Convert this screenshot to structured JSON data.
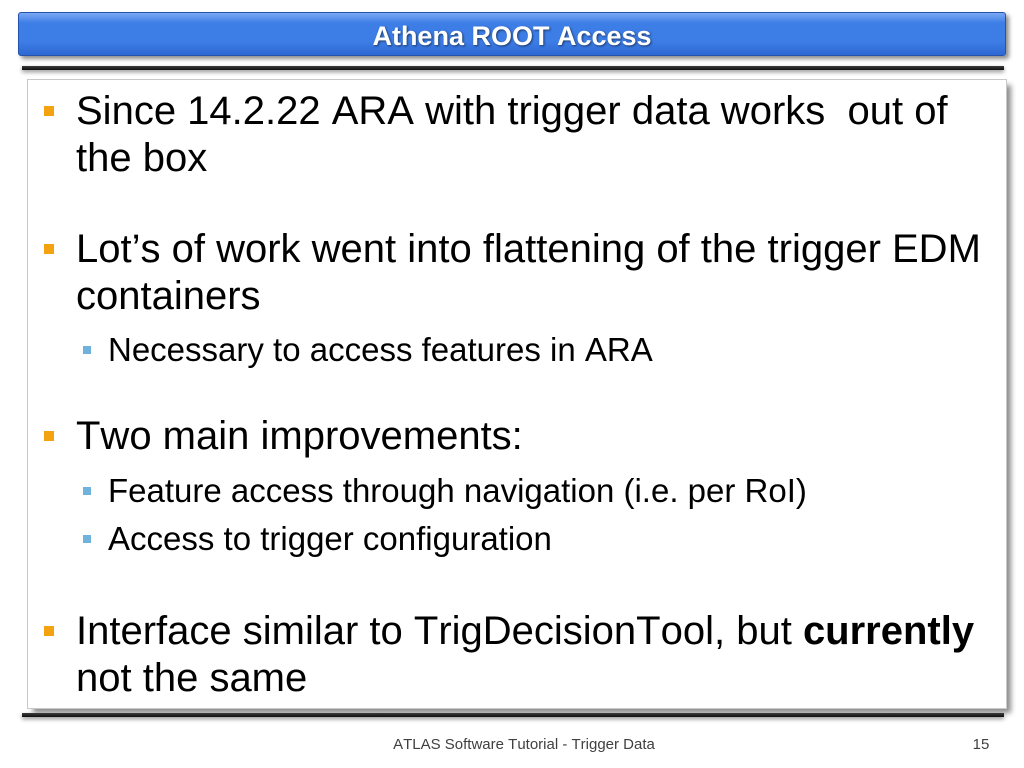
{
  "slide": {
    "title": "Athena ROOT Access",
    "bullets": [
      {
        "text": "Since 14.2.22 ARA with trigger data works  out of the box",
        "subitems": []
      },
      {
        "text": "Lot’s of work went into flattening of the trigger EDM containers",
        "subitems": [
          "Necessary to access features in ARA"
        ]
      },
      {
        "text": "Two main improvements:",
        "subitems": [
          "Feature access through navigation (i.e. per RoI)",
          "Access to trigger configuration"
        ]
      },
      {
        "segments": [
          {
            "text": "Interface similar to TrigDecisionTool, but ",
            "bold": false
          },
          {
            "text": "currently",
            "bold": true
          },
          {
            "text": " not the same",
            "bold": false
          }
        ],
        "subitems": []
      }
    ]
  },
  "footer": {
    "text": "ATLAS Software Tutorial - Trigger Data",
    "page_number": "15"
  },
  "icons": {
    "bullet_level1": "orange-square-bullet",
    "bullet_level2": "blue-square-bullet"
  },
  "colors": {
    "title_bar": "#3d7de6",
    "title_text": "#ffffff",
    "bullet_level1": "#f2a30f",
    "bullet_level2": "#6fb3dc",
    "text": "#000000",
    "footer_text": "#404040"
  }
}
